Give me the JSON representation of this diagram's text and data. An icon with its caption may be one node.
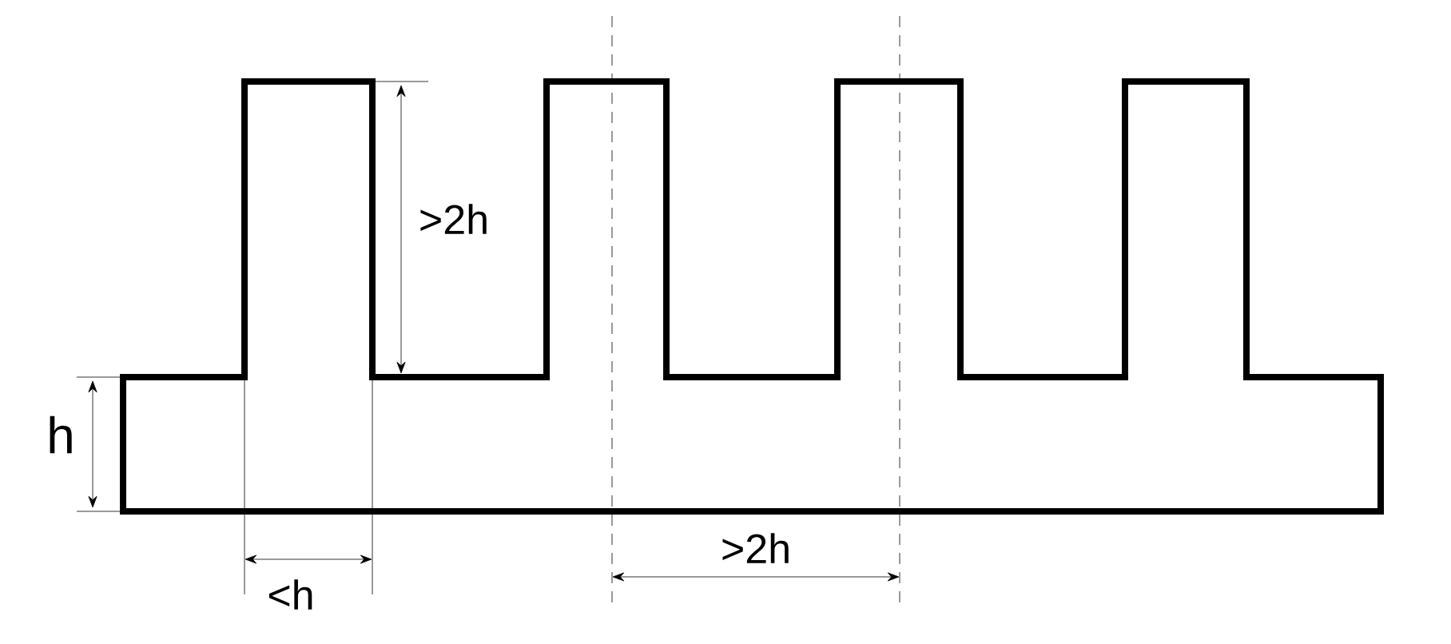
{
  "diagram": {
    "labels": [
      ">2h",
      "h",
      "<h",
      ">2h"
    ]
  }
}
